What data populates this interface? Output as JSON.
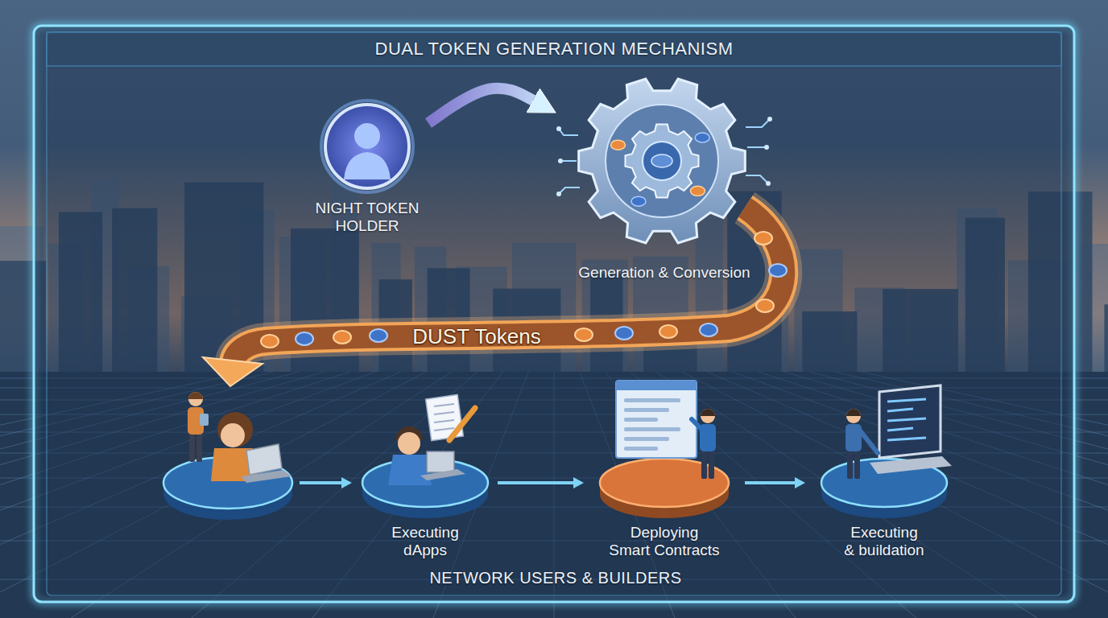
{
  "diagram": {
    "title": "DUAL TOKEN GENERATION MECHANISM",
    "nodes": [
      {
        "text": [
          "NIGHT TOKEN HOLDER"
        ]
      },
      {
        "text": [
          "Generation & Conversion"
        ]
      },
      {
        "text": [
          "Executing dApps"
        ]
      },
      {
        "text": [
          "Deploying Smart Contracts"
        ]
      },
      {
        "text": [
          "Executing & buildation"
        ]
      }
    ],
    "edges": [
      {
        "from": 0,
        "to": 1,
        "arrow": "to"
      },
      {
        "from": 2,
        "to": 3,
        "arrow": "to"
      },
      {
        "from": 3,
        "to": 4,
        "arrow": "to"
      }
    ],
    "labels": [
      "DUST Tokens",
      "NETWORK USERS & BUILDERS"
    ]
  }
}
